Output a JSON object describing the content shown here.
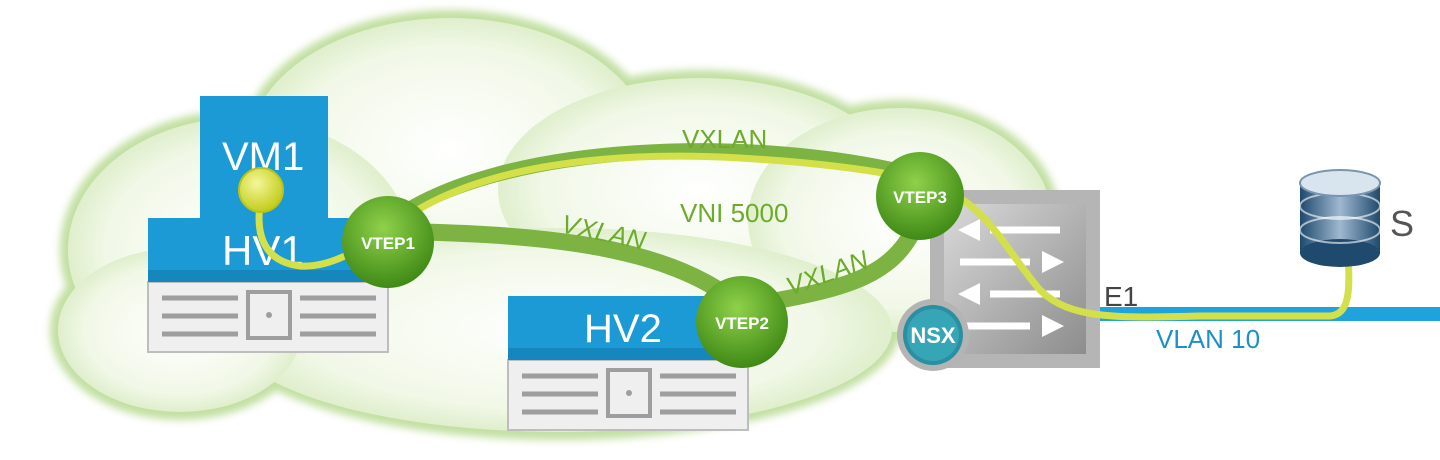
{
  "labels": {
    "vm1": "VM1",
    "hv1": "HV1",
    "hv2": "HV2",
    "vtep1": "VTEP1",
    "vtep2": "VTEP2",
    "vtep3": "VTEP3",
    "vxlan_top": "VXLAN",
    "vxlan_mid": "VXLAN",
    "vxlan_right": "VXLAN",
    "vni": "VNI 5000",
    "e1": "E1",
    "vlan": "VLAN 10",
    "s": "S",
    "nsx": "NSX"
  },
  "colors": {
    "tunnel_green": "#7cb342",
    "path_yellow": "#d4e04a",
    "vm_blue": "#1c9ad6",
    "vlan_blue": "#1e90c8",
    "vtep_green": "#4f9a1e"
  }
}
